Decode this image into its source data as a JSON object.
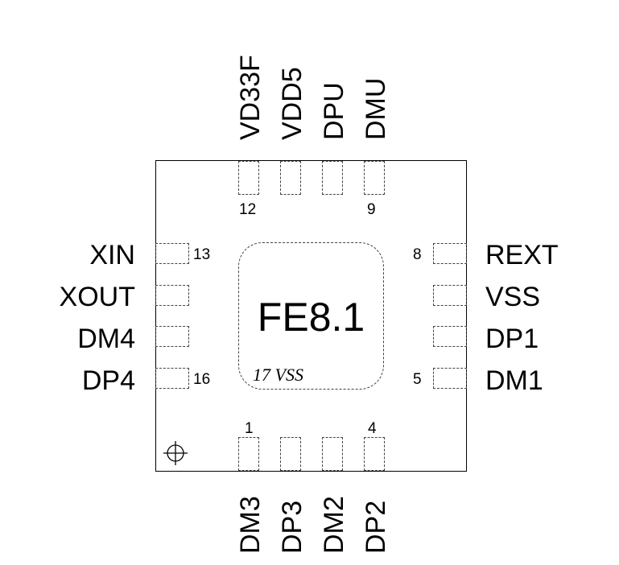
{
  "chip": {
    "name": "FE8.1",
    "center_label": "17 VSS"
  },
  "pins": {
    "top": [
      "VD33F",
      "VDD5",
      "DPU",
      "DMU"
    ],
    "left": [
      "XIN",
      "XOUT",
      "DM4",
      "DP4"
    ],
    "right": [
      "REXT",
      "VSS",
      "DP1",
      "DM1"
    ],
    "bottom": [
      "DM3",
      "DP3",
      "DM2",
      "DP2"
    ]
  },
  "pin_numbers": {
    "n12": "12",
    "n9": "9",
    "n13": "13",
    "n16": "16",
    "n8": "8",
    "n5": "5",
    "n1": "1",
    "n4": "4"
  },
  "icons": {
    "orientation": "pin1-orientation-mark-icon"
  }
}
